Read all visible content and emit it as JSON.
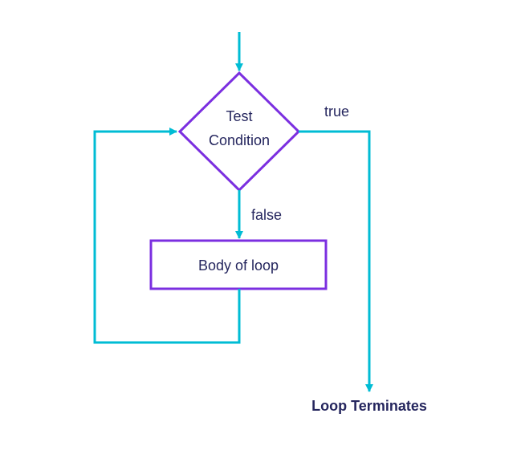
{
  "colors": {
    "flow_line": "#00bcd4",
    "shape_stroke": "#7b2fe0",
    "text": "#25265e",
    "background": "#ffffff"
  },
  "nodes": {
    "decision": {
      "line1": "Test",
      "line2": "Condition"
    },
    "process": {
      "label": "Body of loop"
    },
    "terminal": {
      "label": "Loop Terminates"
    }
  },
  "edges": {
    "true_label": "true",
    "false_label": "false"
  }
}
